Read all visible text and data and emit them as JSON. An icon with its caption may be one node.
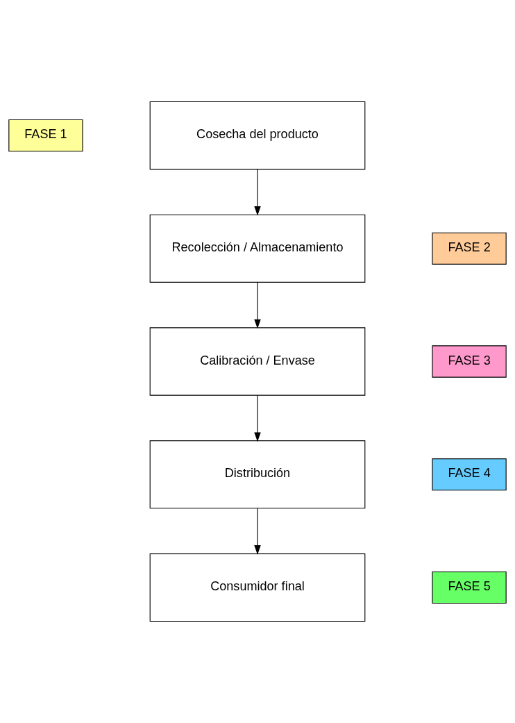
{
  "diagram": {
    "nodes": [
      {
        "text": [
          "FASE 1"
        ]
      },
      {
        "text": [
          "Cosecha del producto"
        ]
      },
      {
        "text": [
          "FASE 2"
        ]
      },
      {
        "text": [
          "Recolección / Almacenamiento"
        ]
      },
      {
        "text": [
          "FASE 3"
        ]
      },
      {
        "text": [
          "Calibración / Envase"
        ]
      },
      {
        "text": [
          "FASE 4"
        ]
      },
      {
        "text": [
          "Distribución"
        ]
      },
      {
        "text": [
          "FASE 5"
        ]
      },
      {
        "text": [
          "Consumidor final"
        ]
      }
    ],
    "edges": [
      {
        "from": 1,
        "to": 3,
        "arrow": "to"
      },
      {
        "from": 3,
        "to": 5,
        "arrow": "to"
      },
      {
        "from": 5,
        "to": 7,
        "arrow": "to"
      },
      {
        "from": 7,
        "to": 9,
        "arrow": "to"
      }
    ]
  }
}
